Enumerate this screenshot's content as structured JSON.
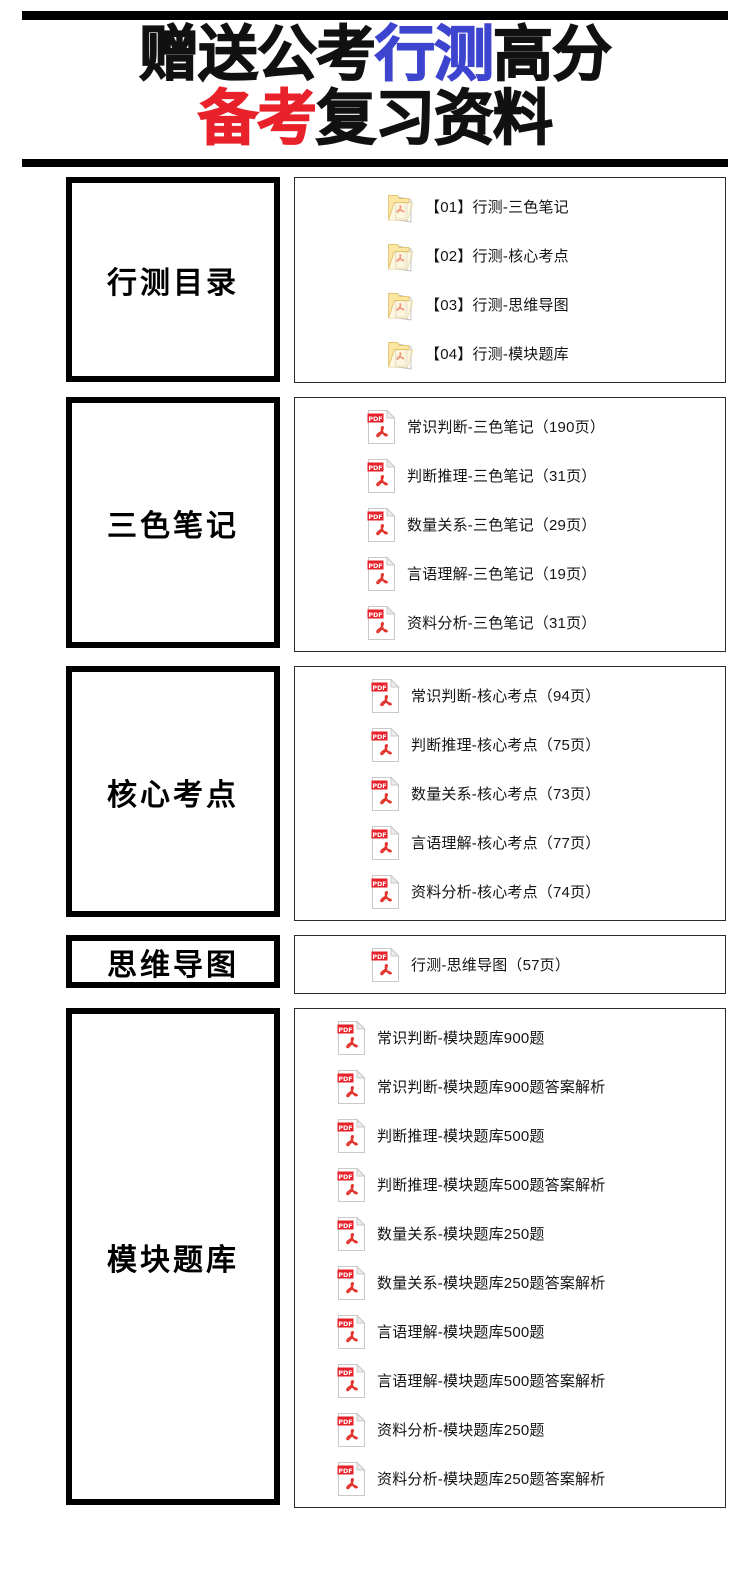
{
  "header": {
    "title_line1": [
      {
        "text": "赠送公考",
        "color": "black"
      },
      {
        "text": "行测",
        "color": "blue"
      },
      {
        "text": "高分",
        "color": "black"
      }
    ],
    "title_line2": [
      {
        "text": "备考",
        "color": "red"
      },
      {
        "text": "复习资料",
        "color": "black"
      }
    ],
    "title_plain": "赠送公考行测高分备考复习资料",
    "colors": {
      "black": "#111111",
      "blue": "#3d45cf",
      "red": "#e8212b",
      "rule": "#000000"
    }
  },
  "sections": [
    {
      "id": "catalog",
      "label": "行测目录",
      "icon": "folder-icon",
      "files": [
        {
          "name": "【01】行测-三色笔记"
        },
        {
          "name": "【02】行测-核心考点"
        },
        {
          "name": "【03】行测-思维导图"
        },
        {
          "name": "【04】行测-模块题库"
        }
      ]
    },
    {
      "id": "notes",
      "label": "三色笔记",
      "icon": "pdf-icon",
      "files": [
        {
          "name": "常识判断-三色笔记（190页）"
        },
        {
          "name": "判断推理-三色笔记（31页）"
        },
        {
          "name": "数量关系-三色笔记（29页）"
        },
        {
          "name": "言语理解-三色笔记（19页）"
        },
        {
          "name": "资料分析-三色笔记（31页）"
        }
      ]
    },
    {
      "id": "points",
      "label": "核心考点",
      "icon": "pdf-icon",
      "files": [
        {
          "name": "常识判断-核心考点（94页）"
        },
        {
          "name": "判断推理-核心考点（75页）"
        },
        {
          "name": "数量关系-核心考点（73页）"
        },
        {
          "name": "言语理解-核心考点（77页）"
        },
        {
          "name": "资料分析-核心考点（74页）"
        }
      ]
    },
    {
      "id": "mind",
      "label": "思维导图",
      "icon": "pdf-icon",
      "files": [
        {
          "name": "行测-思维导图（57页）"
        }
      ]
    },
    {
      "id": "bank",
      "label": "模块题库",
      "icon": "pdf-icon",
      "files": [
        {
          "name": "常识判断-模块题库900题"
        },
        {
          "name": "常识判断-模块题库900题答案解析"
        },
        {
          "name": "判断推理-模块题库500题"
        },
        {
          "name": "判断推理-模块题库500题答案解析"
        },
        {
          "name": "数量关系-模块题库250题"
        },
        {
          "name": "数量关系-模块题库250题答案解析"
        },
        {
          "name": "言语理解-模块题库500题"
        },
        {
          "name": "言语理解-模块题库500题答案解析"
        },
        {
          "name": "资料分析-模块题库250题"
        },
        {
          "name": "资料分析-模块题库250题答案解析"
        }
      ]
    }
  ]
}
